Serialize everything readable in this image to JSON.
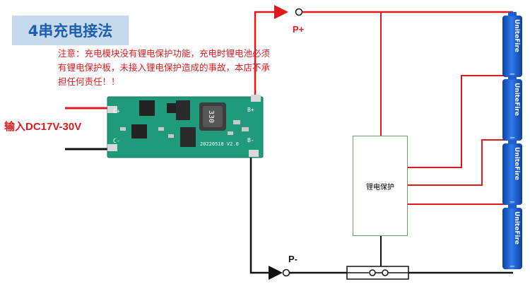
{
  "title": "4串充电接法",
  "note": "注意：充电模块没有锂电保护功能，充电时锂电池必须有锂电保护板，未接入锂电保护造成的事故，本店不承担任何责任！！",
  "input_label": "输入DC17V-30V",
  "terminals": {
    "p_plus": "P+",
    "p_minus": "P-"
  },
  "protection_board_label": "锂电保护",
  "module": {
    "pins": {
      "c_plus": "C+",
      "c_minus": "C-",
      "b_plus": "B+",
      "b_minus": "B-"
    },
    "inductor_marking": "330",
    "version": "20220518  V2.0"
  },
  "battery_brand": "UniteFire",
  "battery_count": 4,
  "colors": {
    "positive_wire": "#e0191e",
    "negative_wire": "#111111",
    "title_bg": "#c7d9ec",
    "title_text": "#1a5fb0",
    "pcb": "#1f9a7a",
    "battery": "#1f5fd0"
  }
}
